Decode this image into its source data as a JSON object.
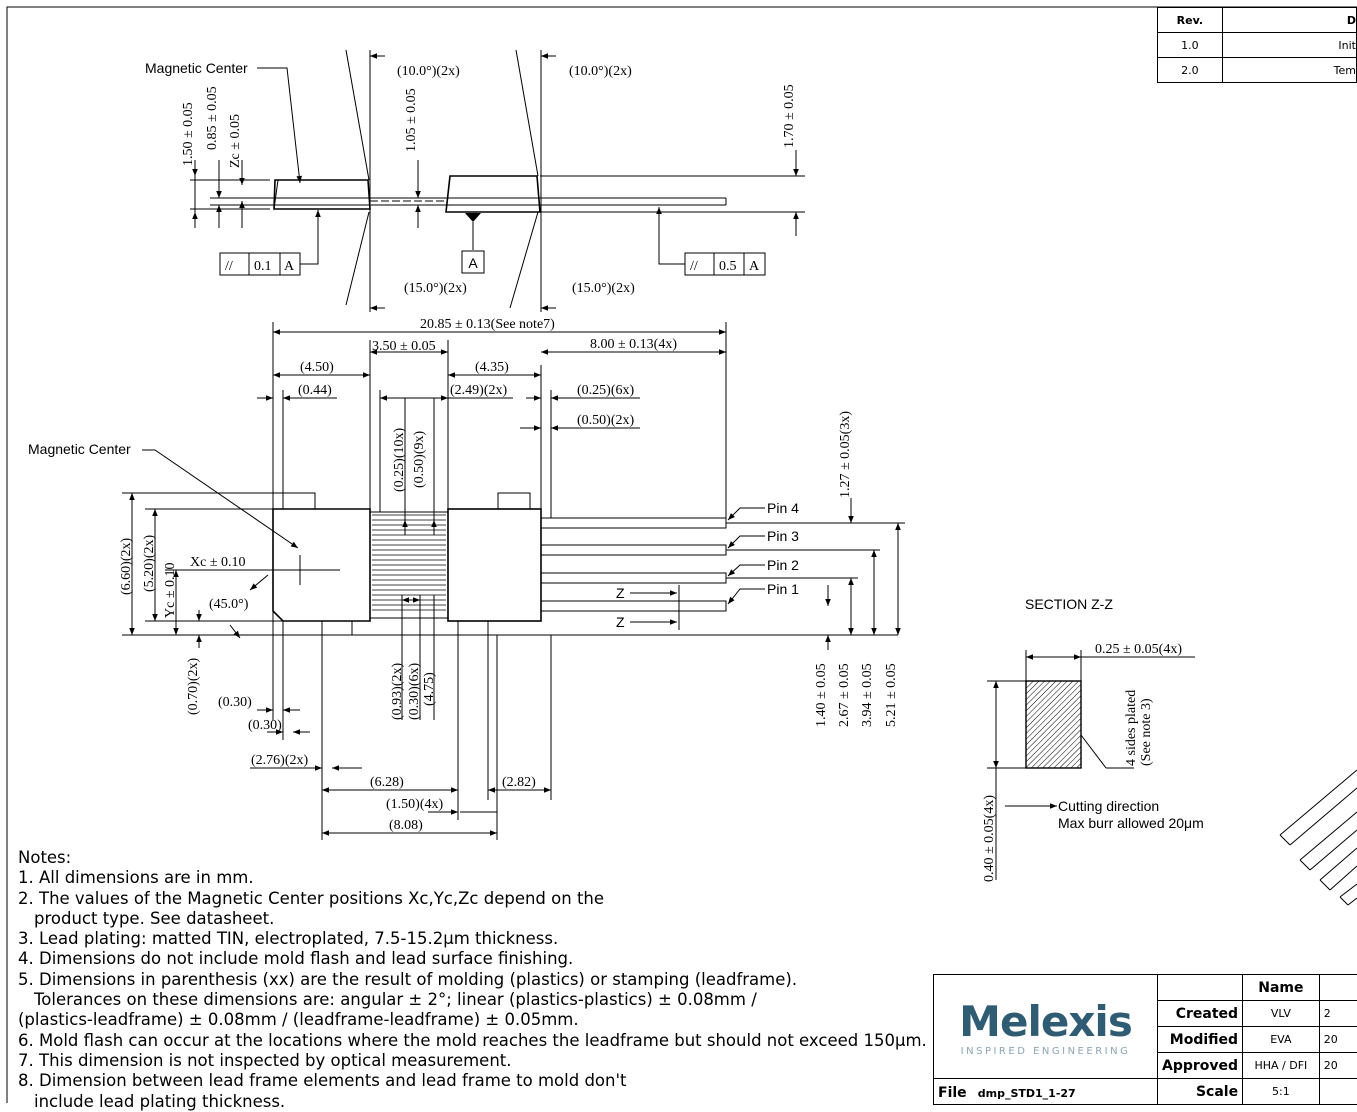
{
  "revision_table": {
    "headers": [
      "Rev.",
      "D"
    ],
    "rows": [
      {
        "rev": "1.0",
        "desc": "Init"
      },
      {
        "rev": "2.0",
        "desc": "Tem"
      }
    ]
  },
  "side_view": {
    "magnetic_center_label": "Magnetic Center",
    "angle_top_left": "(10.0°)(2x)",
    "angle_top_right": "(10.0°)(2x)",
    "angle_bottom_left": "(15.0°)(2x)",
    "angle_bottom_right": "(15.0°)(2x)",
    "dim_150": "1.50 ± 0.05",
    "dim_085": "0.85 ± 0.05",
    "dim_zc": "Zc ± 0.05",
    "dim_105": "1.05 ± 0.05",
    "dim_170": "1.70 ± 0.05",
    "datum_a": "A",
    "tol1": {
      "symbol": "//",
      "value": "0.1",
      "datum": "A"
    },
    "tol2": {
      "symbol": "//",
      "value": "0.5",
      "datum": "A"
    }
  },
  "top_view": {
    "magnetic_center_label": "Magnetic Center",
    "dim_total": "20.85 ± 0.13(See note7)",
    "dim_350": "3.50 ± 0.05",
    "dim_800": "8.00 ± 0.13(4x)",
    "dim_450": "(4.50)",
    "dim_435": "(4.35)",
    "dim_044": "(0.44)",
    "dim_249": "(2.49)(2x)",
    "dim_025_6x": "(0.25)(6x)",
    "dim_050_2x": "(0.50)(2x)",
    "dim_025_10x": "(0.25)(10x)",
    "dim_050_9x": "(0.50)(9x)",
    "dim_127": "1.27 ± 0.05(3x)",
    "dim_660": "(6.60)(2x)",
    "dim_520": "(5.20)(2x)",
    "dim_yc": "Yc ± 0.10",
    "dim_xc": "Xc ± 0.10",
    "dim_45": "(45.0°)",
    "dim_070": "(0.70)(2x)",
    "dim_030a": "(0.30)",
    "dim_030b": "(0.30)",
    "dim_276": "(2.76)(2x)",
    "dim_093": "(0.93)(2x)",
    "dim_030_6x": "(0.30)(6x)",
    "dim_475": "(4.75)",
    "dim_628": "(6.28)",
    "dim_282": "(2.82)",
    "dim_150_4x": "(1.50)(4x)",
    "dim_808": "(8.08)",
    "dim_140": "1.40 ± 0.05",
    "dim_267": "2.67 ± 0.05",
    "dim_394": "3.94 ± 0.05",
    "dim_521": "5.21 ± 0.05",
    "pins": [
      "Pin 4",
      "Pin 3",
      "Pin 2",
      "Pin 1"
    ],
    "section_mark": "Z"
  },
  "section": {
    "title": "SECTION Z-Z",
    "dim_width": "0.25 ± 0.05(4x)",
    "dim_height": "0.40 ± 0.05(4x)",
    "plated_line1": "4 sides plated",
    "plated_line2": "(See note 3)",
    "cutting_line1": "Cutting direction",
    "cutting_line2": "Max burr allowed 20μm"
  },
  "notes": {
    "title": "Notes:",
    "n1": "1. All dimensions are in mm.",
    "n2a": "2. The values of the Magnetic Center positions Xc,Yc,Zc depend on the",
    "n2b": "product type. See datasheet.",
    "n3": "3. Lead plating: matted TIN, electroplated, 7.5-15.2μm thickness.",
    "n4": "4. Dimensions do not include mold flash and lead surface finishing.",
    "n5a": "5. Dimensions in parenthesis (xx) are the result of molding (plastics) or stamping (leadframe).",
    "n5b": "Tolerances on these dimensions are: angular ± 2°; linear (plastics-plastics) ± 0.08mm /",
    "n5c": "(plastics-leadframe) ± 0.08mm / (leadframe-leadframe) ± 0.05mm.",
    "n6": "6. Mold flash can occur at the locations where the mold reaches the leadframe but should not exceed 150μm.",
    "n7": "7. This dimension is not inspected by optical measurement.",
    "n8a": "8. Dimension between lead frame elements and lead frame to mold don't",
    "n8b": "include lead plating thickness."
  },
  "title_block": {
    "logo": "Melexis",
    "tagline": "INSPIRED ENGINEERING",
    "name_header": "Name",
    "created_label": "Created",
    "created_name": "VLV",
    "created_date": "2",
    "modified_label": "Modified",
    "modified_name": "EVA",
    "modified_date": "20",
    "approved_label": "Approved",
    "approved_name": "HHA / DFI",
    "approved_date": "20",
    "file_label": "File",
    "file_value": "dmp_STD1_1-27",
    "scale_label": "Scale",
    "scale_value": "5:1"
  }
}
